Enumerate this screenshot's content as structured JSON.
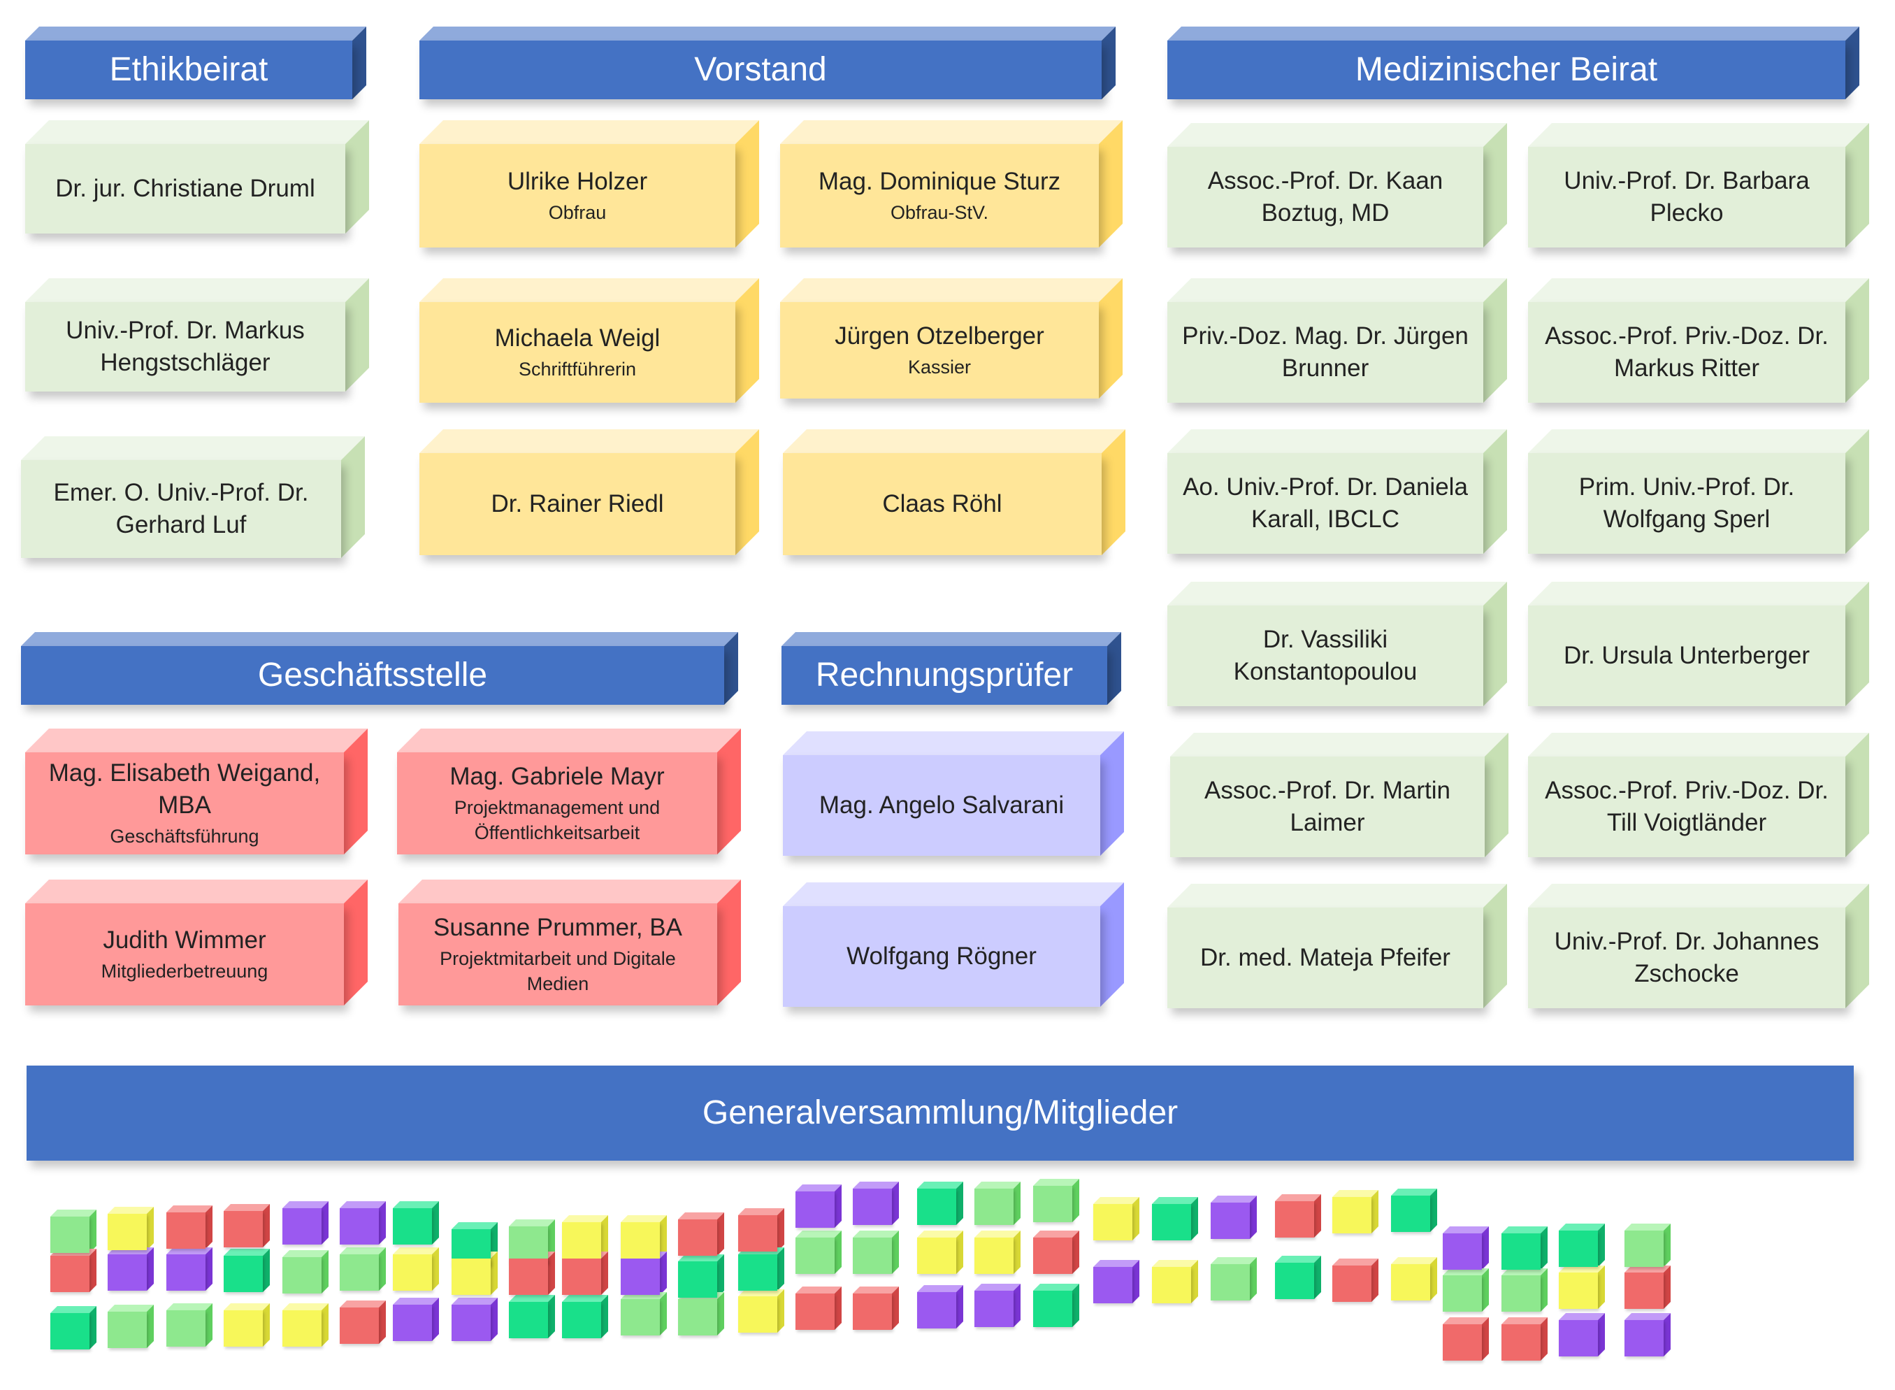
{
  "headers": {
    "ethikbeirat": "Ethikbeirat",
    "vorstand": "Vorstand",
    "medizinischer_beirat": "Medizinischer Beirat",
    "geschaeftsstelle": "Geschäftsstelle",
    "rechnungspruefer": "Rechnungsprüfer",
    "generalversammlung": "Generalversammlung/Mitglieder"
  },
  "ethikbeirat": [
    {
      "name": "Dr. jur. Christiane Druml"
    },
    {
      "name": "Univ.-Prof. Dr. Markus Hengstschläger"
    },
    {
      "name": "Emer. O. Univ.-Prof. Dr. Gerhard Luf"
    }
  ],
  "vorstand": [
    {
      "name": "Ulrike Holzer",
      "role": "Obfrau"
    },
    {
      "name": "Mag. Dominique Sturz",
      "role": "Obfrau-StV."
    },
    {
      "name": "Michaela Weigl",
      "role": "Schriftführerin"
    },
    {
      "name": "Jürgen Otzelberger",
      "role": "Kassier"
    },
    {
      "name": "Dr. Rainer Riedl"
    },
    {
      "name": "Claas Röhl"
    }
  ],
  "medizinischer_beirat": [
    {
      "name": "Assoc.-Prof. Dr. Kaan Boztug, MD"
    },
    {
      "name": "Univ.-Prof. Dr. Barbara Plecko"
    },
    {
      "name": "Priv.-Doz. Mag. Dr. Jürgen Brunner"
    },
    {
      "name": "Assoc.-Prof. Priv.-Doz. Dr. Markus Ritter"
    },
    {
      "name": "Ao. Univ.-Prof. Dr. Daniela Karall, IBCLC"
    },
    {
      "name": "Prim. Univ.-Prof. Dr. Wolfgang Sperl"
    },
    {
      "name": "Dr. Vassiliki Konstantopoulou"
    },
    {
      "name": "Dr. Ursula Unterberger"
    },
    {
      "name": "Assoc.-Prof. Dr. Martin Laimer"
    },
    {
      "name": "Assoc.-Prof. Priv.-Doz. Dr. Till Voigtländer"
    },
    {
      "name": "Dr. med. Mateja Pfeifer"
    },
    {
      "name": "Univ.-Prof. Dr. Johannes Zschocke"
    }
  ],
  "geschaeftsstelle": [
    {
      "name": "Mag. Elisabeth Weigand, MBA",
      "role": "Geschäftsführung"
    },
    {
      "name": "Mag. Gabriele Mayr",
      "role": "Projektmanagement und Öffentlichkeitsarbeit"
    },
    {
      "name": "Judith Wimmer",
      "role": "Mitgliederbetreuung"
    },
    {
      "name": "Susanne Prummer, BA",
      "role": "Projektmitarbeit und Digitale Medien"
    }
  ],
  "rechnungspruefer": [
    {
      "name": "Mag. Angelo Salvarani"
    },
    {
      "name": "Wolfgang Rögner"
    }
  ],
  "colors": {
    "header_blue": "#4472c4",
    "ethik_green": "#e2efd9",
    "vorstand_yellow": "#ffe699",
    "geschaeft_red": "#ff9999",
    "pruefer_lavender": "#ccccff"
  },
  "member_cubes": {
    "count": 78,
    "colors": [
      "#8ee88e",
      "#19e08a",
      "#9b59f0",
      "#f06a6a",
      "#f7f75a"
    ]
  }
}
